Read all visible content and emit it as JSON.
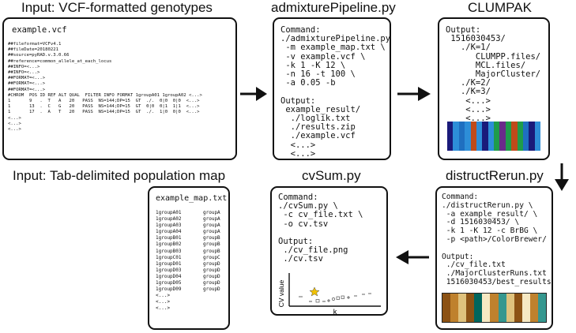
{
  "titles": {
    "input_vcf": "Input: VCF-formatted genotypes",
    "admixture": "admixturePipeline.py",
    "clumpak": "CLUMPAK",
    "input_map": "Input: Tab-delimited population map",
    "cvsum": "cvSum.py",
    "distruct": "distructRerun.py"
  },
  "vcf_box": {
    "filename": "example.vcf",
    "lines": [
      "##fileformat=VCFv4.1",
      "##fileDate=20180221",
      "##source=pyRAD.v.3.0.66",
      "##reference=common_allele_at_each_locus",
      "##INFO=<...>",
      "##INFO=<...>",
      "##FORMAT=<...>",
      "##FORMAT=<...>",
      "##FORMAT=<...>",
      "#CHROM  POS ID REF ALT QUAL  FILTER INFO FORMAT 1groupA01 1groupA02 <...>",
      "1       9   .  T   A   20   PASS  NS=144;DP=15  GT  ./.  0|0  0|0  <...>",
      "1       13  .  C   G   20   PASS  NS=144;DP=15  GT  0|0  0|1  1|1  <...>",
      "1       17  .  A   T   20   PASS  NS=144;DP=15  GT  ./.  1|0  0|0  <...>",
      "<...>",
      "<...>",
      "<...>"
    ]
  },
  "admix_box": {
    "command_label": "Command:",
    "command_lines": [
      "./admixturePipeline.py \\",
      " -m example_map.txt \\",
      " -v example.vcf \\",
      " -k 1 -K 12 \\",
      " -n 16 -t 100 \\",
      " -a 0.05 -b"
    ],
    "output_label": "Output:",
    "output_lines": [
      " example_result/",
      "  ./loglik.txt",
      "  ./results.zip",
      "  ./example.vcf",
      "  <...>",
      "  <...>",
      "  <...>"
    ]
  },
  "clumpak_box": {
    "output_label": "Output:",
    "output_lines": [
      " 1516030453/",
      "   ./K=1/",
      "      CLUMPP.files/",
      "      MCL.files/",
      "      MajorCluster/",
      "   ./K=2/",
      "   ./K=3/",
      "    <...>",
      "    <...>",
      "    <...>"
    ],
    "bar_colors": [
      "#1a1a7a",
      "#2d8ed8",
      "#1f6fc0",
      "#2d8ed8",
      "#c04a1a",
      "#2d8ed8",
      "#1a1a7a",
      "#2d8ed8",
      "#1f9c4a",
      "#6a2a8a",
      "#1f9c4a",
      "#c04a1a",
      "#1f9c4a",
      "#1f6fc0",
      "#1a1a7a",
      "#2d8ed8"
    ]
  },
  "map_box": {
    "filename": "example_map.txt",
    "rows": [
      [
        "1groupA01",
        "groupA"
      ],
      [
        "1groupA02",
        "groupA"
      ],
      [
        "1groupA03",
        "groupA"
      ],
      [
        "1groupA04",
        "groupA"
      ],
      [
        "1groupB01",
        "groupB"
      ],
      [
        "1groupB02",
        "groupB"
      ],
      [
        "1groupB03",
        "groupB"
      ],
      [
        "1groupC01",
        "groupC"
      ],
      [
        "1groupD01",
        "groupD"
      ],
      [
        "1groupD03",
        "groupD"
      ],
      [
        "1groupD04",
        "groupD"
      ],
      [
        "1groupD05",
        "groupD"
      ],
      [
        "1groupD09",
        "groupD"
      ],
      [
        "<...>",
        ""
      ],
      [
        "<...>",
        ""
      ],
      [
        "<...>",
        ""
      ]
    ]
  },
  "cvsum_box": {
    "command_label": "Command:",
    "command_lines": [
      "./cvSum.py \\",
      " -c cv_file.txt \\",
      " -o cv.tsv"
    ],
    "output_label": "Output:",
    "output_lines": [
      " ./cv_file.png",
      " ./cv.tsv"
    ],
    "plot": {
      "ylabel": "CV value",
      "xlabel": "k",
      "star_color": "#f2c200"
    }
  },
  "distruct_box": {
    "command_label": "Command:",
    "command_lines": [
      "./distructRerun.py \\",
      " -a example_result/ \\",
      " -d 1516030453/ \\",
      " -k 1 -K 12 -c BrBG \\",
      " -p <path>/ColorBrewer/"
    ],
    "output_label": "Output:",
    "output_lines": [
      " ./cv_file.txt",
      " ./MajorClusterRuns.txt",
      " 1516030453/best_results"
    ],
    "bar_colors": [
      "#8c5214",
      "#bf812d",
      "#dfc27d",
      "#8c5214",
      "#01665e",
      "#f6e8c3",
      "#bf812d",
      "#35978f",
      "#dfc27d",
      "#8c5214",
      "#f6e8c3",
      "#bf812d",
      "#35978f"
    ]
  }
}
